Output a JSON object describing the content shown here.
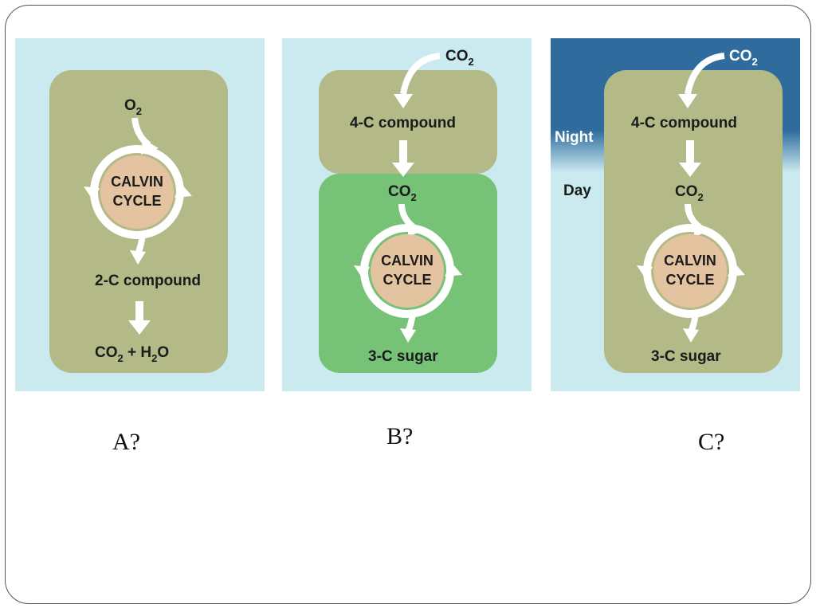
{
  "panels": {
    "a": {
      "input_label": "O",
      "input_sub": "2",
      "cycle_line1": "CALVIN",
      "cycle_line2": "CYCLE",
      "product_label": "2-C compound",
      "final_co": "CO",
      "final_co_sub": "2",
      "final_plus_h": " + H",
      "final_h_sub": "2",
      "final_o": "O",
      "caption": "A?"
    },
    "b": {
      "input_label": "CO",
      "input_sub": "2",
      "compound_label": "4-C compound",
      "released_label": "CO",
      "released_sub": "2",
      "cycle_line1": "CALVIN",
      "cycle_line2": "CYCLE",
      "product_label": "3-C sugar",
      "caption": "B?"
    },
    "c": {
      "input_label": "CO",
      "input_sub": "2",
      "night_label": "Night",
      "day_label": "Day",
      "compound_label": "4-C compound",
      "released_label": "CO",
      "released_sub": "2",
      "cycle_line1": "CALVIN",
      "cycle_line2": "CYCLE",
      "product_label": "3-C sugar",
      "caption": "C?"
    }
  },
  "colors": {
    "sky": "#cbeaf0",
    "olive": "#b3b987",
    "green": "#76c276",
    "night": "#2f6b9c",
    "cycle_core": "#e4c3a0",
    "arrow": "#ffffff"
  }
}
